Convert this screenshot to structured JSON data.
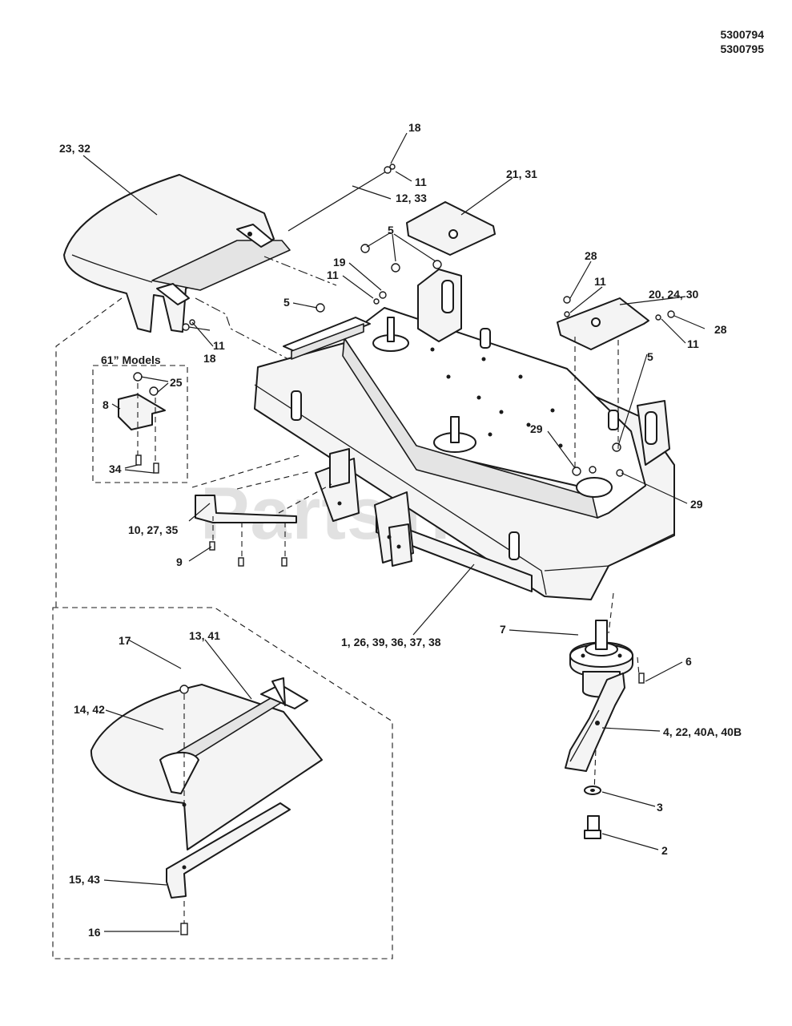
{
  "doc_numbers": [
    "5300794",
    "5300795"
  ],
  "watermark": "PartsTree",
  "inset_title": "61” Models",
  "callouts": {
    "c18_top": "18",
    "c23_32": "23, 32",
    "c11_top": "11",
    "c12_33": "12, 33",
    "c21_31": "21, 31",
    "c5_top": "5",
    "c19": "19",
    "c11_mid": "11",
    "c5_left": "5",
    "c28_top": "28",
    "c11_right": "11",
    "c20_24_30": "20, 24, 30",
    "c28_right": "28",
    "c11_right2": "11",
    "c11_left": "11",
    "c18_left": "18",
    "c25": "25",
    "c8": "8",
    "c34": "34",
    "c5_right": "5",
    "c29_mid": "29",
    "c29_right": "29",
    "c10_27_35": "10, 27, 35",
    "c9": "9",
    "c1_26": "1, 26, 39, 36, 37, 38",
    "c7": "7",
    "c6": "6",
    "c17": "17",
    "c13_41": "13, 41",
    "c14_42": "14, 42",
    "c4_22": "4, 22, 40A, 40B",
    "c3": "3",
    "c2": "2",
    "c15_43": "15, 43",
    "c16": "16"
  }
}
